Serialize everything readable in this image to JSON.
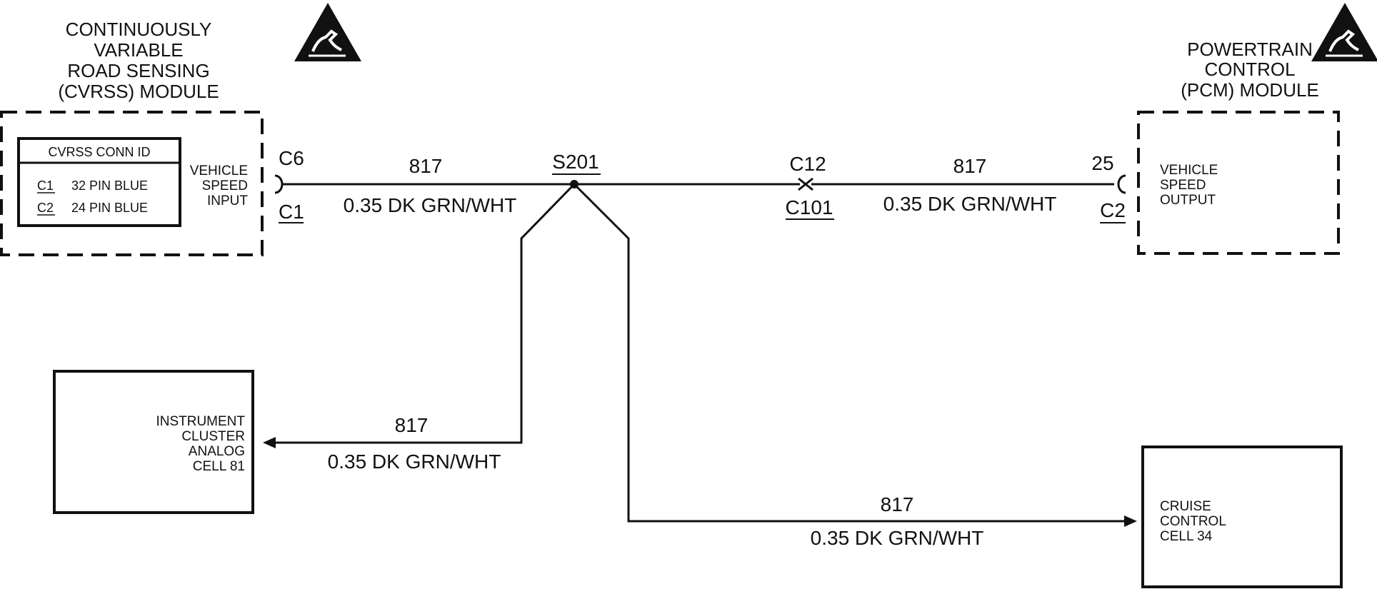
{
  "cvrss": {
    "title_lines": [
      "CONTINUOUSLY",
      "VARIABLE",
      "ROAD SENSING",
      "(CVRSS) MODULE"
    ],
    "conn_id_title": "CVRSS CONN ID",
    "conn_rows": [
      {
        "conn": "C1",
        "desc": "32 PIN BLUE"
      },
      {
        "conn": "C2",
        "desc": "24 PIN BLUE"
      }
    ],
    "pin_label_lines": [
      "VEHICLE",
      "SPEED",
      "INPUT"
    ],
    "pin": "C6",
    "connector": "C1"
  },
  "pcm": {
    "title_lines": [
      "POWERTRAIN",
      "CONTROL",
      "(PCM) MODULE"
    ],
    "pin_label_lines": [
      "VEHICLE",
      "SPEED",
      "OUTPUT"
    ],
    "pin": "25",
    "connector": "C2"
  },
  "splice": "S201",
  "inline_connector": {
    "pin": "C12",
    "name": "C101"
  },
  "wires": {
    "cvrss_to_splice": {
      "circuit": "817",
      "spec": "0.35 DK GRN/WHT"
    },
    "c101_to_pcm": {
      "circuit": "817",
      "spec": "0.35 DK GRN/WHT"
    },
    "to_cluster": {
      "circuit": "817",
      "spec": "0.35 DK GRN/WHT"
    },
    "to_cruise": {
      "circuit": "817",
      "spec": "0.35 DK GRN/WHT"
    }
  },
  "instrument_cluster": {
    "lines": [
      "INSTRUMENT",
      "CLUSTER",
      "ANALOG",
      "CELL 81"
    ]
  },
  "cruise_control": {
    "lines": [
      "CRUISE",
      "CONTROL",
      "CELL 34"
    ]
  },
  "esd_icon": "esd-warning-icon"
}
